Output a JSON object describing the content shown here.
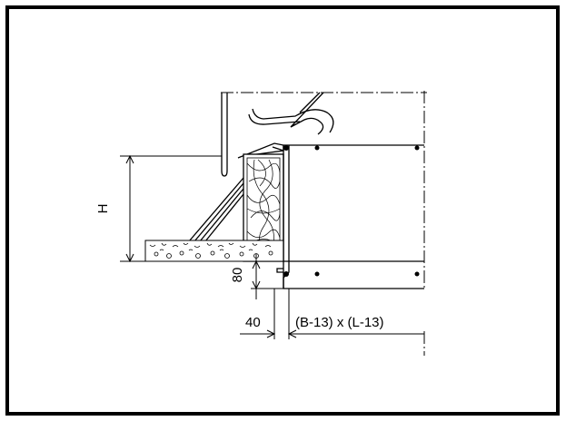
{
  "labels": {
    "height": "H",
    "vertical_offset": "80",
    "horizontal_offset": "40",
    "opening_size": "(B-13) x (L-13)"
  },
  "colors": {
    "line": "#000000",
    "background": "#ffffff"
  }
}
